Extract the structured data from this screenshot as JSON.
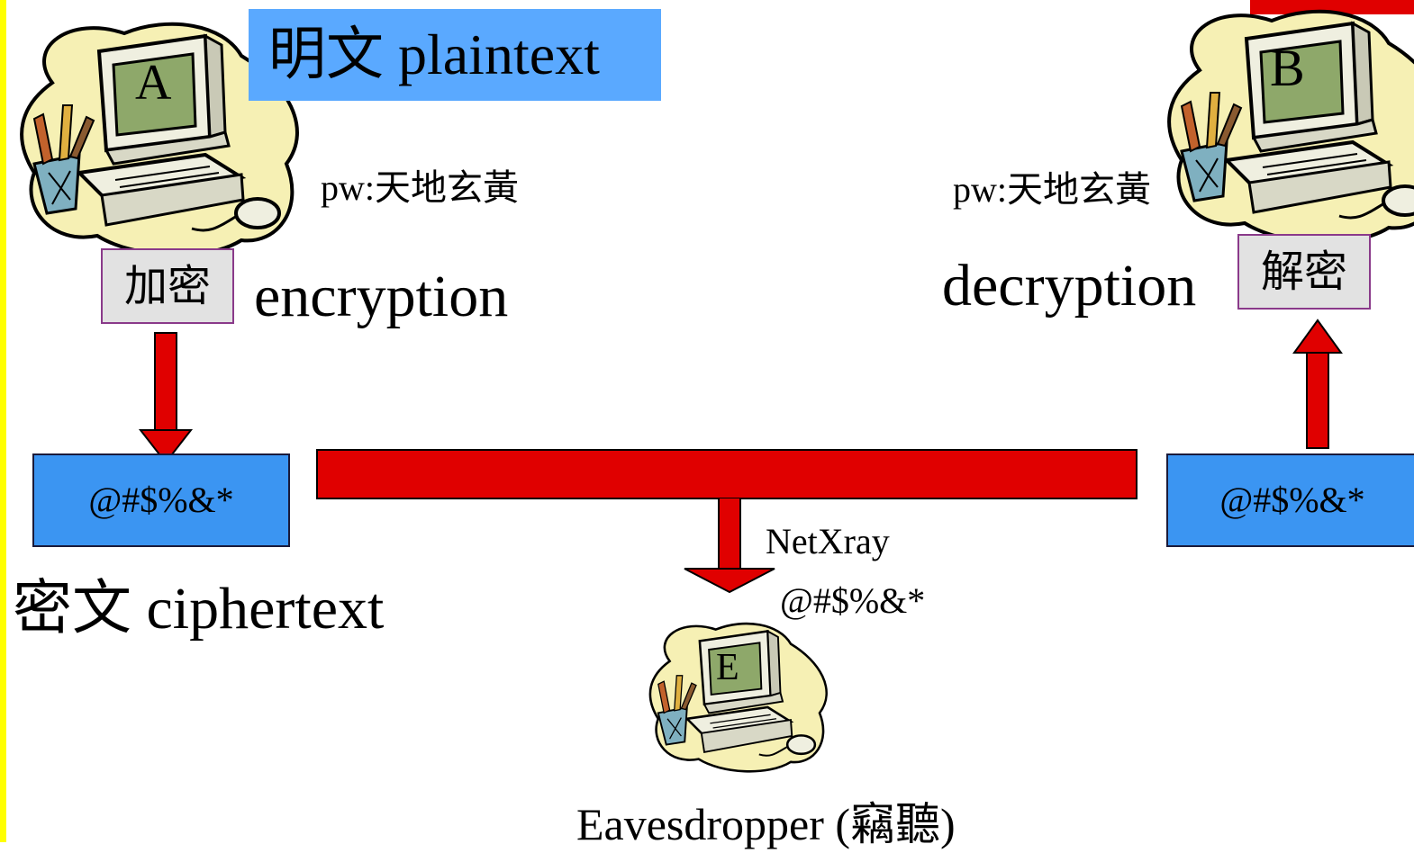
{
  "plaintext_label": "明文 plaintext",
  "computers": {
    "a": {
      "letter": "A",
      "password": "pw:天地玄黃"
    },
    "b": {
      "letter": "B",
      "password": "pw:天地玄黃"
    },
    "e": {
      "letter": "E"
    }
  },
  "encrypt": {
    "button": "加密",
    "label": "encryption"
  },
  "decrypt": {
    "button": "解密",
    "label": "decryption"
  },
  "cipher_left": "@#$%&*",
  "cipher_right": "@#$%&*",
  "ciphertext_label": "密文 ciphertext",
  "sniffer": {
    "tool": "NetXray",
    "captured": "@#$%&*"
  },
  "eavesdropper_label": "Eavesdropper (竊聽)",
  "colors": {
    "arrow": "#e00000",
    "box_blue": "#3b95f2",
    "plain_blue": "#5aa9ff",
    "strip": "#ffff00"
  }
}
